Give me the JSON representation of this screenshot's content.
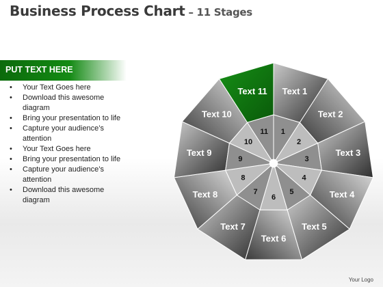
{
  "title": {
    "main": "Business Process Chart",
    "sub": " – 11 Stages"
  },
  "header": "PUT TEXT HERE",
  "bullets": [
    "Your Text Goes here",
    "Download this awesome diagram",
    "Bring your presentation to life",
    "Capture your audience’s attention",
    "Your Text Goes here",
    "Bring your presentation to life",
    "Capture your audience’s attention",
    "Download this awesome diagram"
  ],
  "stages": [
    {
      "outer": "Text 1",
      "inner": "1",
      "highlight": false
    },
    {
      "outer": "Text 2",
      "inner": "2",
      "highlight": false
    },
    {
      "outer": "Text 3",
      "inner": "3",
      "highlight": false
    },
    {
      "outer": "Text 4",
      "inner": "4",
      "highlight": false
    },
    {
      "outer": "Text 5",
      "inner": "5",
      "highlight": false
    },
    {
      "outer": "Text 6",
      "inner": "6",
      "highlight": false
    },
    {
      "outer": "Text 7",
      "inner": "7",
      "highlight": false
    },
    {
      "outer": "Text 8",
      "inner": "8",
      "highlight": false
    },
    {
      "outer": "Text 9",
      "inner": "9",
      "highlight": false
    },
    {
      "outer": "Text 10",
      "inner": "10",
      "highlight": false
    },
    {
      "outer": "Text 11",
      "inner": "11",
      "highlight": true
    }
  ],
  "colors": {
    "accent": "#0e7a0e",
    "segment_dark": "#3c3c3c",
    "segment_light": "#b4b4b4"
  },
  "logo": "Your Logo"
}
